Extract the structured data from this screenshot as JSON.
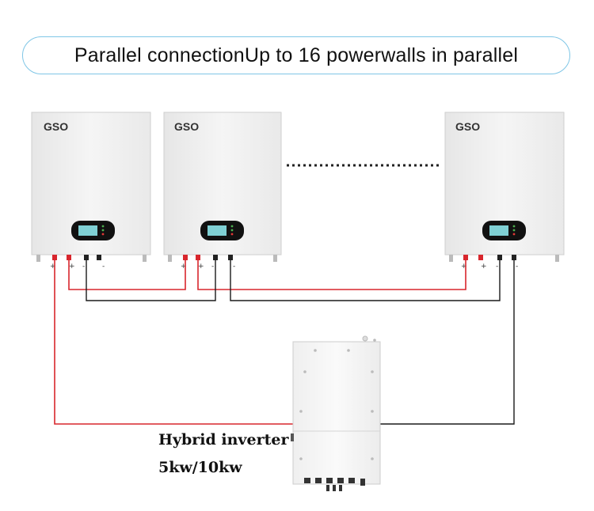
{
  "title": "Parallel connectionUp to 16 powerwalls in parallel",
  "brand_logo": "GSO",
  "battery_terminals": {
    "plus": "+",
    "minus": "-"
  },
  "inverter": {
    "name": "Hybrid inverter",
    "rating": "5kw/10kw"
  },
  "colors": {
    "positive_wire": "#d8262d",
    "negative_wire": "#1a1a1a",
    "title_border": "#7fc6e6",
    "battery_body": "#f2f2f2"
  }
}
